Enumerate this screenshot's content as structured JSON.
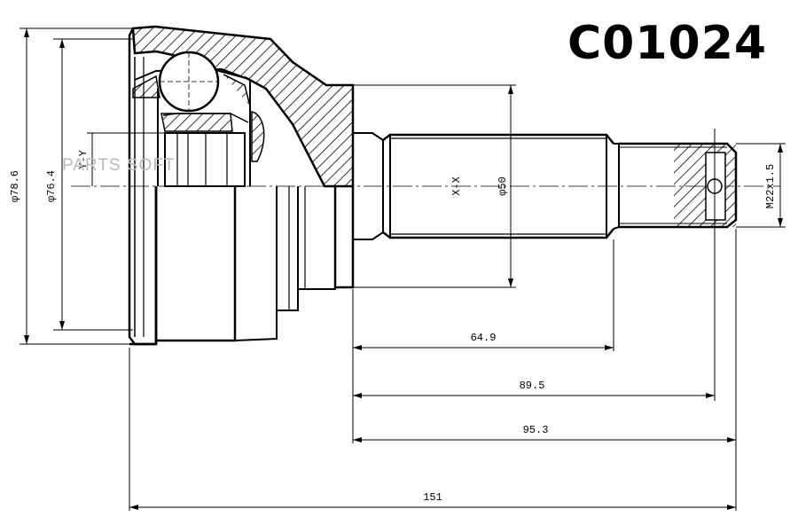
{
  "part_number": "C01024",
  "watermark": "PARTS SOFT",
  "dimensions": {
    "outer_diameter": "φ78.6",
    "inner_diameter": "φ76.4",
    "shaft_diameter": "φ50",
    "thread": "M22x1.5",
    "section_y": "Y-Y",
    "section_x": "X-X",
    "len_spline": "64.9",
    "len_to_pin": "89.5",
    "len_to_end": "95.3",
    "len_total": "151"
  }
}
